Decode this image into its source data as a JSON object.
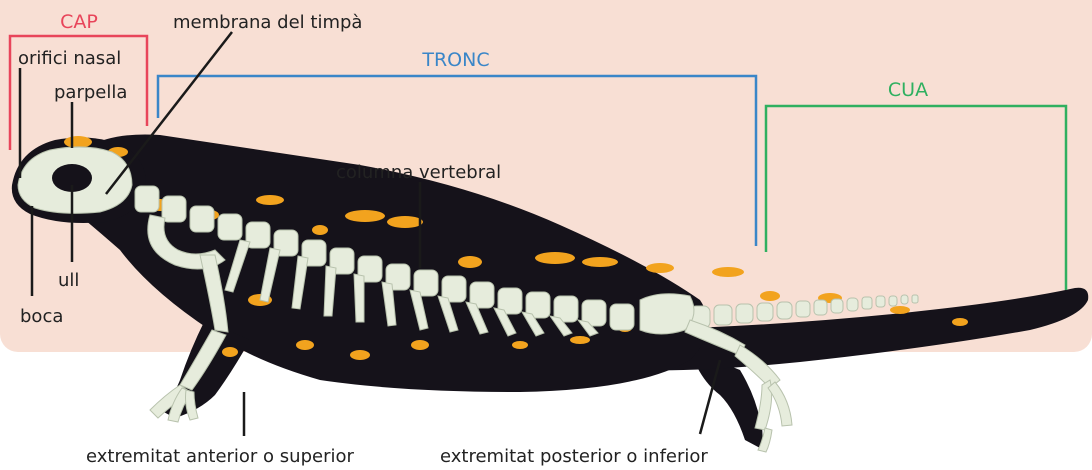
{
  "colors": {
    "background": "#f8dfd4",
    "cap": "#e8455a",
    "tronc": "#3a86c8",
    "cua": "#2fb060",
    "label": "#222222",
    "pointer": "#1a1a1a",
    "body": "#15121a",
    "spots": "#f2a31e",
    "bone": "#e6ecdc"
  },
  "regions": {
    "cap": "CAP",
    "tronc": "TRONC",
    "cua": "CUA"
  },
  "labels": {
    "orifici_nasal": "orifici nasal",
    "parpella": "parpella",
    "membrana_timpa": "membrana del timpà",
    "columna_vertebral": "columna vertebral",
    "ull": "ull",
    "boca": "boca",
    "extremitat_anterior": "extremitat anterior o superior",
    "extremitat_posterior": "extremitat posterior o inferior"
  },
  "icons": {
    "specimen": "salamander-skeleton-illustration"
  }
}
